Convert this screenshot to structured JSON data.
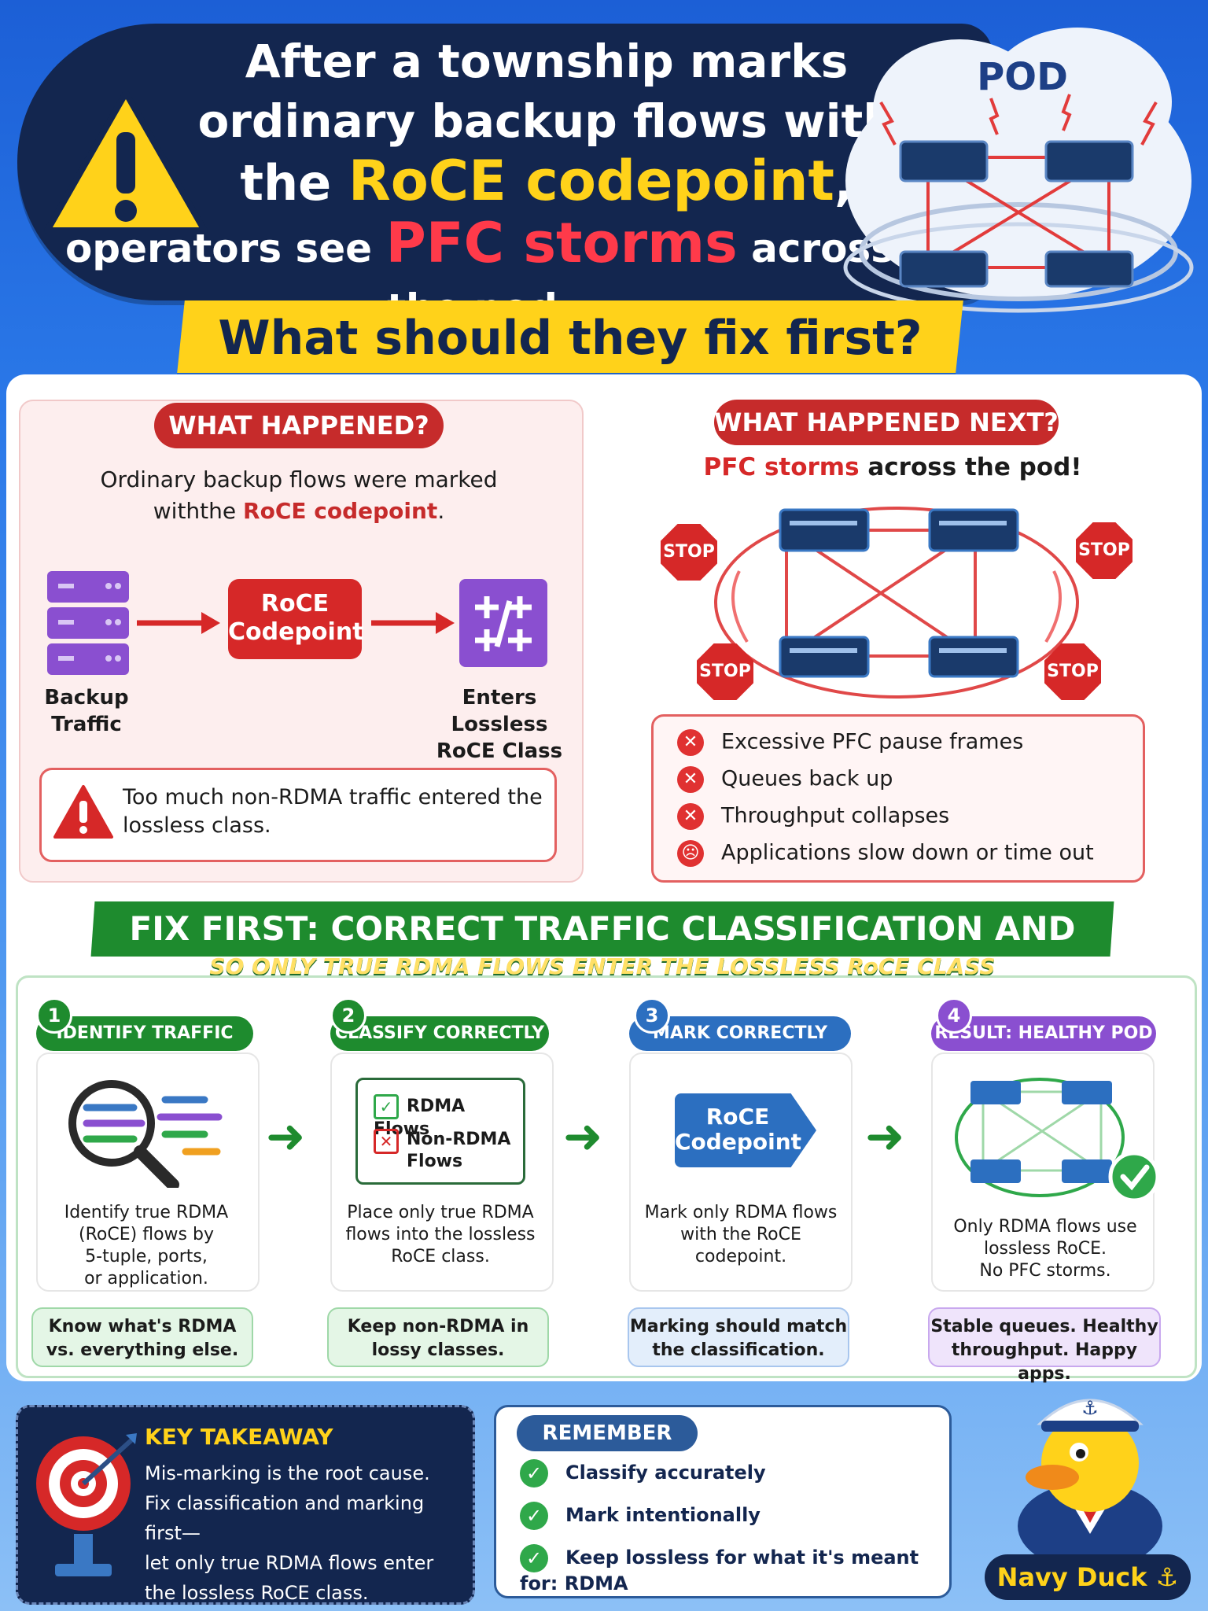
{
  "header": {
    "line1": "After a township marks",
    "line2": "ordinary backup flows with",
    "line3_prefix": "the ",
    "line3_highlight": "RoCE codepoint",
    "line3_suffix": ",",
    "line4_prefix": "operators see ",
    "line4_highlight": "PFC storms",
    "line4_suffix": " across the pod.",
    "pod_label": "POD",
    "question": "What should they fix first?"
  },
  "what_happened": {
    "title": "WHAT HAPPENED?",
    "text_prefix": "Ordinary backup flows were marked",
    "text_line2_prefix": "withthe ",
    "text_highlight": "RoCE codepoint",
    "text_suffix": ".",
    "backup_label_1": "Backup",
    "backup_label_2": "Traffic",
    "codepoint_label_1": "RoCE",
    "codepoint_label_2": "Codepoint",
    "enters_label_1": "Enters Lossless",
    "enters_label_2": "RoCE Class",
    "warning_line1": "Too much non-RDMA traffic entered the",
    "warning_line2": "lossless class."
  },
  "what_happened_next": {
    "title": "WHAT HAPPENED NEXT?",
    "subtitle_highlight": "PFC storms",
    "subtitle_suffix": " across the pod!",
    "stop_label": "STOP",
    "effects": [
      "Excessive PFC pause frames",
      "Queues back up",
      "Throughput collapses",
      "Applications slow down or time out"
    ]
  },
  "fix": {
    "title": "FIX FIRST: CORRECT TRAFFIC CLASSIFICATION AND MARKING",
    "subtitle": "SO ONLY TRUE RDMA FLOWS ENTER THE LOSSLESS RoCE CLASS"
  },
  "steps": [
    {
      "num": "1",
      "title": "IDENTIFY TRAFFIC",
      "desc": [
        "Identify true RDMA",
        "(RoCE) flows by",
        "5-tuple, ports,",
        "or application."
      ],
      "foot": [
        "Know what's RDMA",
        "vs. everything else."
      ],
      "color": "#1e8b2e"
    },
    {
      "num": "2",
      "title": "CLASSIFY CORRECTLY",
      "desc": [
        "Place only true RDMA",
        "flows into the lossless",
        "RoCE class."
      ],
      "foot": [
        "Keep non-RDMA in",
        "lossy classes."
      ],
      "color": "#1e8b2e",
      "rdma_flows": "RDMA Flows",
      "non_rdma_1": "Non-RDMA",
      "non_rdma_2": "Flows"
    },
    {
      "num": "3",
      "title": "MARK CORRECTLY",
      "desc": [
        "Mark only RDMA flows",
        "with the RoCE",
        "codepoint."
      ],
      "foot": [
        "Marking should match",
        "the classification."
      ],
      "color": "#2c6fc0",
      "tag_1": "RoCE",
      "tag_2": "Codepoint"
    },
    {
      "num": "4",
      "title": "RESULT: HEALTHY POD",
      "desc": [
        "Only RDMA flows use",
        "lossless RoCE.",
        "No PFC storms."
      ],
      "foot": [
        "Stable queues. Healthy",
        "throughput. Happy apps."
      ],
      "color": "#8a4fd0"
    }
  ],
  "takeaway": {
    "title": "KEY TAKEAWAY",
    "lines": [
      "Mis-marking is the root cause.",
      "Fix classification and marking first—",
      "let only true RDMA flows enter",
      "the lossless RoCE class."
    ]
  },
  "remember": {
    "title": "REMEMBER",
    "items": [
      "Classify accurately",
      "Mark intentionally",
      "Keep lossless for what it's meant for: RDMA"
    ]
  },
  "mascot": {
    "name": "Navy Duck",
    "anchor": "⚓"
  },
  "colors": {
    "navy": "#13264f",
    "yellow": "#ffd21a",
    "red": "#c62b2b",
    "green": "#1e8b2e",
    "blue": "#2c6fc0",
    "purple": "#8a4fd0"
  },
  "icons": [
    "warning-icon",
    "cloud-icon",
    "switch-icon",
    "server-icon",
    "arrow-right-icon",
    "stop-sign-icon",
    "x-circle-icon",
    "sad-face-icon",
    "magnifier-icon",
    "checkbox-icon",
    "tag-icon",
    "check-circle-icon",
    "target-icon",
    "duck-mascot"
  ]
}
